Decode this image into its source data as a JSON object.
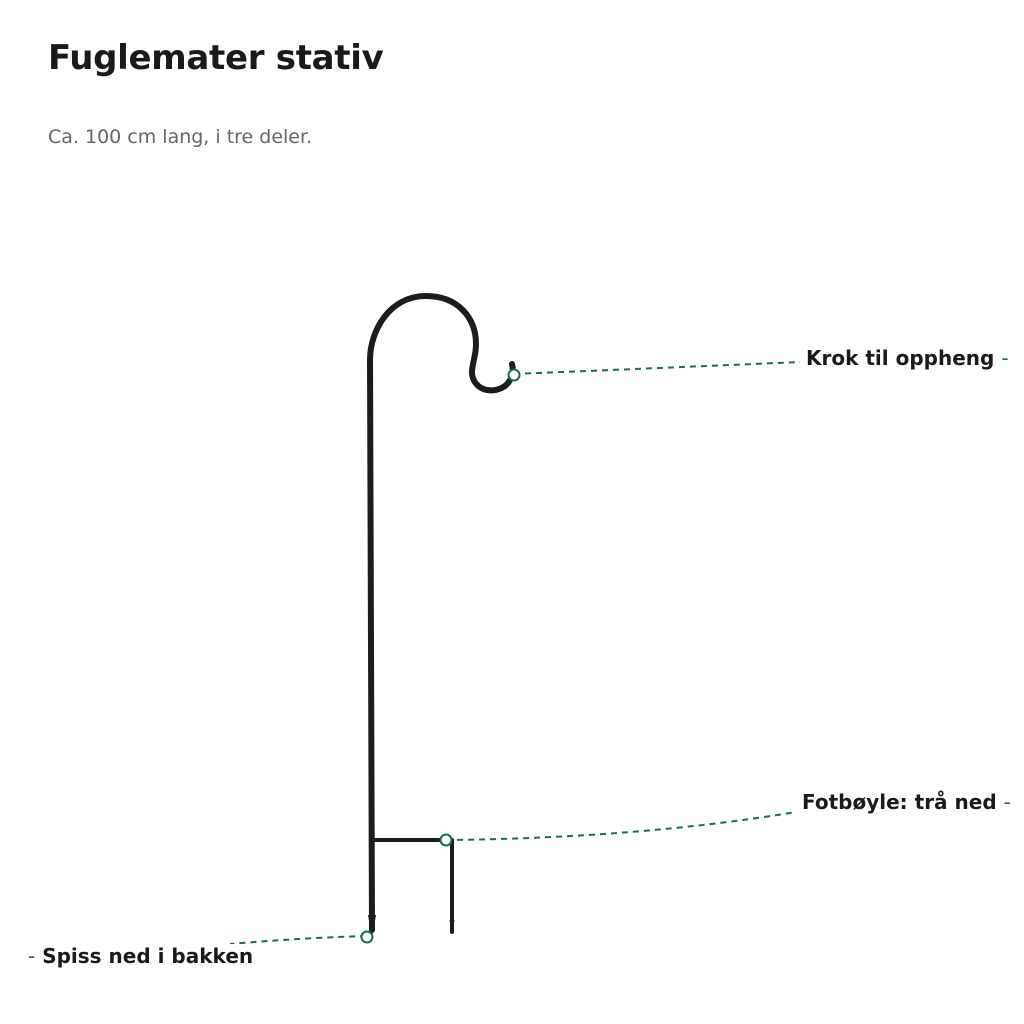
{
  "header": {
    "title": "Fuglemater stativ",
    "subtitle": "Ca. 100 cm lang, i tre deler."
  },
  "callouts": [
    {
      "id": "hook",
      "label": "Krok til oppheng"
    },
    {
      "id": "foot",
      "label": "Fotbøyle: trå ned"
    },
    {
      "id": "tip",
      "label": "Spiss ned i bakken"
    }
  ],
  "dash_glyph": "-",
  "colors": {
    "pole": "#1c1c1c",
    "leader": "#1e6b4a",
    "title": "#1a1a1a",
    "subtitle": "#666666"
  }
}
